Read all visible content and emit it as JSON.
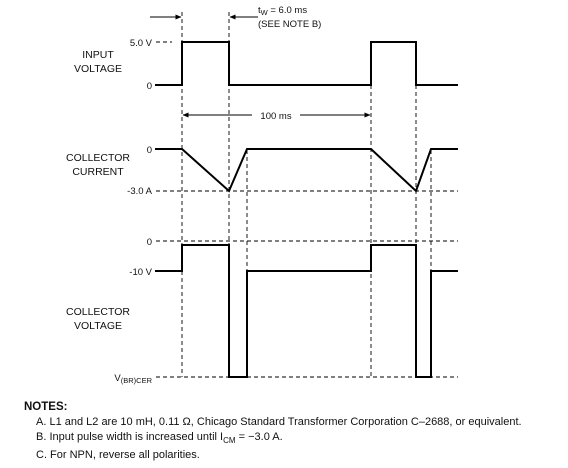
{
  "labels": {
    "input": [
      "INPUT",
      "VOLTAGE"
    ],
    "current": [
      "COLLECTOR",
      "CURRENT"
    ],
    "voltage": [
      "COLLECTOR",
      "VOLTAGE"
    ]
  },
  "ticks": {
    "input_high": "5.0 V",
    "input_low": "0",
    "current_zero": "0",
    "current_neg": "-3.0 A",
    "voltage_zero": "0",
    "voltage_neg": "-10 V",
    "vbr_main": "V",
    "vbr_sub": "(BR)CER"
  },
  "annotations": {
    "tw_prefix": "t",
    "tw_sub": "W",
    "tw_value": " = 6.0 ms",
    "see_note": "(SEE NOTE B)",
    "period": "100 ms"
  },
  "notes": {
    "title": "NOTES:",
    "a": "A. L1 and L2 are 10 mH, 0.11 Ω, Chicago Standard Transformer Corporation C–2688, or equivalent.",
    "b_prefix": "B. Input pulse width is increased until I",
    "b_sub": "CM",
    "b_suffix": " = −3.0 A.",
    "c": "C. For NPN, reverse all polarities."
  }
}
